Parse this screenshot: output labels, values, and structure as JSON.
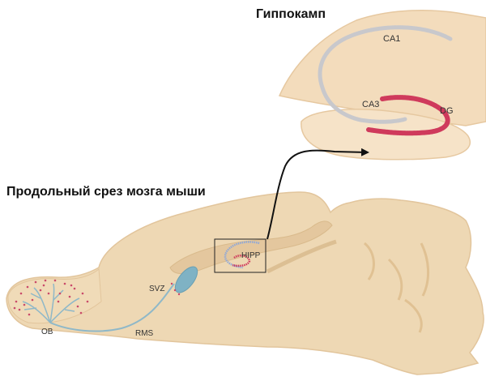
{
  "hippocampus_title": "Гиппокамп",
  "section_title": "Продольный срез мозга мыши",
  "labels": {
    "ca1": "CA1",
    "ca3": "CA3",
    "dg": "DG",
    "hipp": "HIPP",
    "svz": "SVZ",
    "ob": "OB",
    "rms": "RMS"
  },
  "colors": {
    "tissue": "#eed8b4",
    "tissue_light": "#f6e6cf",
    "tissue_edge": "#e2c59c",
    "ca_layer": "#c8c8cc",
    "dentate_gyrus": "#cf3a5c",
    "neuron_dots": "#c94a6a",
    "svz": "#7fb2c4",
    "rms_path": "#8fb8c8",
    "arrow": "#111111"
  }
}
